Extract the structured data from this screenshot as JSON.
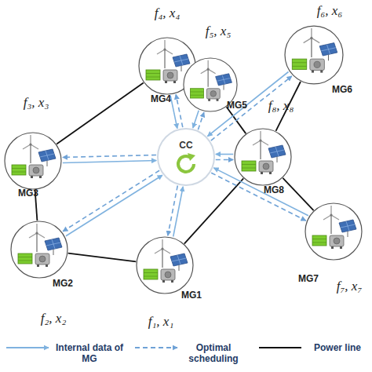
{
  "diagram": {
    "nodes": [
      {
        "text": [
          "f₄, x₄",
          "MG4"
        ]
      },
      {
        "text": [
          "f₅, x₅",
          "MG5"
        ]
      },
      {
        "text": [
          "f₆, x₆",
          "MG6"
        ]
      },
      {
        "text": [
          "f₃, x₃",
          "MG3"
        ]
      },
      {
        "text": [
          "CC"
        ]
      },
      {
        "text": [
          "f₈, x₈",
          "MG8"
        ]
      },
      {
        "text": [
          "f₇, x₇",
          "MG7"
        ]
      },
      {
        "text": [
          "f₂, x₂",
          "MG2"
        ]
      },
      {
        "text": [
          "f₁, x₁",
          "MG1"
        ]
      }
    ],
    "edges": [
      {
        "from": 0,
        "to": 3,
        "arrow": "none"
      },
      {
        "from": 3,
        "to": 7,
        "arrow": "none"
      },
      {
        "from": 7,
        "to": 8,
        "arrow": "none"
      },
      {
        "from": 8,
        "to": 5,
        "arrow": "none"
      },
      {
        "from": 1,
        "to": 5,
        "arrow": "none"
      },
      {
        "from": 2,
        "to": 5,
        "arrow": "none"
      },
      {
        "from": 5,
        "to": 6,
        "arrow": "none"
      },
      {
        "from": 0,
        "to": 4,
        "arrow": "to"
      },
      {
        "from": 4,
        "to": 0,
        "arrow": "to"
      },
      {
        "from": 1,
        "to": 4,
        "arrow": "to"
      },
      {
        "from": 4,
        "to": 1,
        "arrow": "to"
      },
      {
        "from": 2,
        "to": 4,
        "arrow": "to"
      },
      {
        "from": 4,
        "to": 2,
        "arrow": "to"
      },
      {
        "from": 3,
        "to": 4,
        "arrow": "to"
      },
      {
        "from": 4,
        "to": 3,
        "arrow": "to"
      },
      {
        "from": 5,
        "to": 4,
        "arrow": "to"
      },
      {
        "from": 4,
        "to": 5,
        "arrow": "to"
      },
      {
        "from": 6,
        "to": 4,
        "arrow": "to"
      },
      {
        "from": 4,
        "to": 6,
        "arrow": "to"
      },
      {
        "from": 7,
        "to": 4,
        "arrow": "to"
      },
      {
        "from": 4,
        "to": 7,
        "arrow": "to"
      },
      {
        "from": 8,
        "to": 4,
        "arrow": "to"
      },
      {
        "from": 4,
        "to": 8,
        "arrow": "to"
      }
    ],
    "legend": [
      {
        "text": "Internal data of MG"
      },
      {
        "text": "Optimal scheduling"
      },
      {
        "text": "Power line"
      }
    ]
  }
}
